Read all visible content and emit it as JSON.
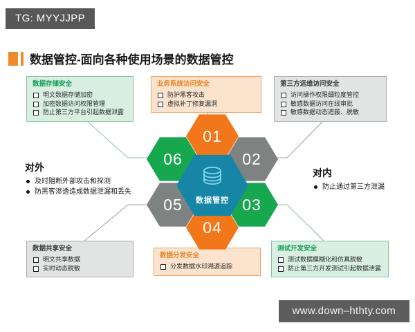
{
  "tag": {
    "label": "TG: MYYJJPP"
  },
  "header": {
    "title": "数据管控-面向各种使用场景的数据管控",
    "accent_color": "#ed8b2c"
  },
  "boxes": [
    {
      "id": "data-storage-security",
      "title": "数据存储安全",
      "style": "green",
      "items": [
        "明文数据存储加密",
        "加密数据访问权限管理",
        "防止第三方平台引起数据泄露"
      ]
    },
    {
      "id": "business-system-access-security",
      "title": "业务系统访问安全",
      "style": "orange",
      "items": [
        "防护黑客攻击",
        "虚拟补丁修复漏洞"
      ]
    },
    {
      "id": "third-party-ops-access-security",
      "title": "第三方运维访问安全",
      "style": "grey",
      "items": [
        "访问操作权限细粒度管控",
        "敏感数据访问在线审批",
        "敏感数据动态遮蔽、脱敏"
      ]
    },
    {
      "id": "data-sharing-security",
      "title": "数据共享安全",
      "style": "grey",
      "items": [
        "明文共享数据",
        "实时动态脱敏"
      ]
    },
    {
      "id": "data-distribution-security",
      "title": "数据分发安全",
      "style": "orange",
      "items": [
        "分发数据水印溯源追踪"
      ]
    },
    {
      "id": "test-development-security",
      "title": "测试开发安全",
      "style": "green",
      "items": [
        "测试数据模糊化和仿真脱敏",
        "防止第三方开发测试引起数据泄露"
      ]
    }
  ],
  "notes": [
    {
      "id": "external",
      "title": "对外",
      "items": [
        "及时阻断外部攻击和探测",
        "防黑客渗透造成数据泄漏和丢失"
      ]
    },
    {
      "id": "internal",
      "title": "对内",
      "items": [
        "防止通过第三方泄漏"
      ]
    }
  ],
  "diagram": {
    "center": {
      "label": "数据管控",
      "icon": "database-icon",
      "color": "#1786a6"
    },
    "hexagons": [
      {
        "number": "01",
        "color": "#f2761a",
        "style": "c-orange"
      },
      {
        "number": "02",
        "color": "#7e8382",
        "style": "c-grey"
      },
      {
        "number": "03",
        "color": "#17a74f",
        "style": "c-green"
      },
      {
        "number": "04",
        "color": "#f2761a",
        "style": "c-orange"
      },
      {
        "number": "05",
        "color": "#7e8382",
        "style": "c-grey"
      },
      {
        "number": "06",
        "color": "#17a74f",
        "style": "c-green"
      }
    ]
  },
  "watermark": {
    "label": "www.down–hthty.com"
  }
}
